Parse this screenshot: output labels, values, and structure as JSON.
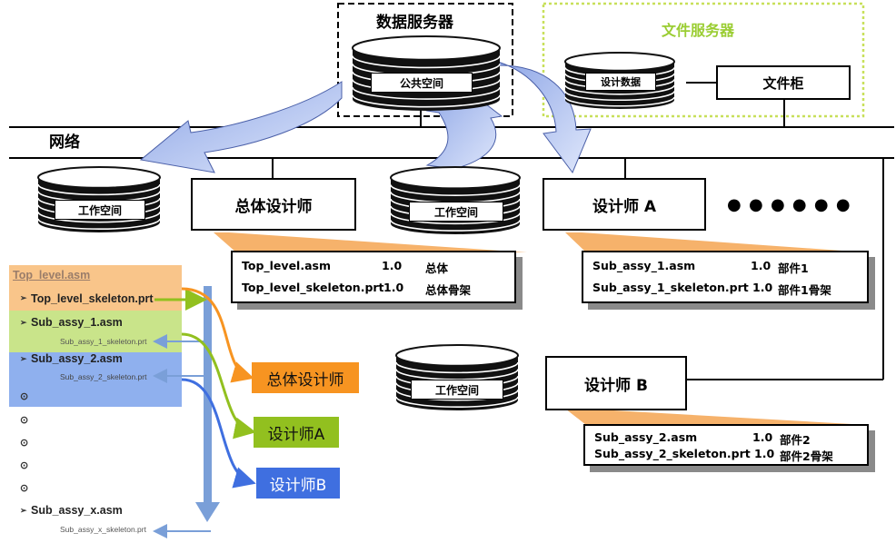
{
  "servers": {
    "data_server": "数据服务器",
    "public_space": "公共空间",
    "file_server": "文件服务器",
    "design_data": "设计数据",
    "file_cabinet": "文件柜"
  },
  "network_label": "网络",
  "roles": {
    "chief": "总体设计师",
    "designer_a": "设计师 A",
    "designer_b": "设计师 B",
    "workspace": "工作空间",
    "more": "● ● ●  ● ● ●"
  },
  "info_tables": {
    "chief": [
      {
        "file": "Top_level.asm",
        "ver": "1.0",
        "desc": "总体"
      },
      {
        "file": "Top_level_skeleton.prt",
        "ver": "1.0",
        "desc": "总体骨架"
      }
    ],
    "designer_a": [
      {
        "file": "Sub_assy_1.asm",
        "ver": "1.0",
        "desc": "部件1"
      },
      {
        "file": "Sub_assy_1_skeleton.prt",
        "ver": "1.0",
        "desc": "部件1骨架"
      }
    ],
    "designer_b": [
      {
        "file": "Sub_assy_2.asm",
        "ver": "1.0",
        "desc": "部件2"
      },
      {
        "file": "Sub_assy_2_skeleton.prt",
        "ver": "1.0",
        "desc": "部件2骨架"
      }
    ]
  },
  "tree": {
    "root": "Top_level.asm",
    "top_skeleton": "Top_level_skeleton.prt",
    "sub1": "Sub_assy_1.asm",
    "sub1_skeleton": "Sub_assy_1_skeleton.prt",
    "sub2": "Sub_assy_2.asm",
    "sub2_skeleton": "Sub_assy_2_skeleton.prt",
    "subx": "Sub_assy_x.asm",
    "subx_skeleton": "Sub_assy_x_skeleton.prt",
    "bullet": "⊙",
    "arrow": "➢"
  },
  "assign_tags": {
    "chief": "总体设计师",
    "designer_a": "设计师A",
    "designer_b": "设计师B"
  },
  "colors": {
    "orange": "#f79421",
    "green": "#92c01f",
    "blue": "#3f6fe0",
    "file_server_border": "#c8e05a",
    "file_server_text": "#9acd32",
    "arrow_fill": "#b4c4ee",
    "tree_orange_bg": "#f9c58a",
    "tree_green_bg": "#c9e48a",
    "tree_blue_bg": "#8fb0ee"
  }
}
